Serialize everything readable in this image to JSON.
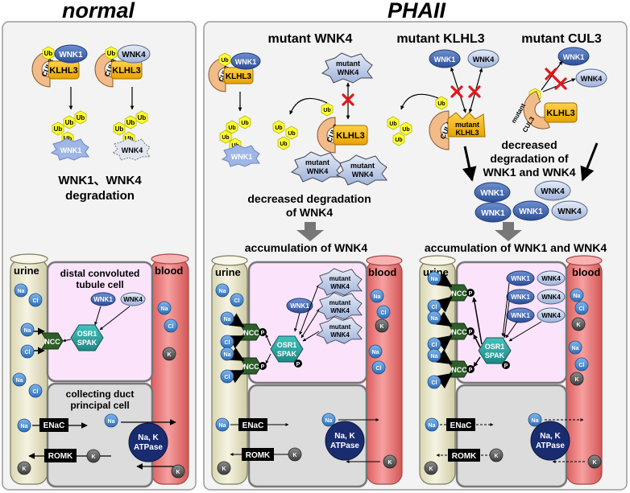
{
  "titles": {
    "normal": "normal",
    "phaii": "PHAII"
  },
  "columns": {
    "wnk4": "mutant WNK4",
    "klhl3": "mutant KLHL3",
    "cul3": "mutant CUL3"
  },
  "proteins": {
    "wnk1": "WNK1",
    "wnk4": "WNK4",
    "klhl3": "KLHL3",
    "cul3": "CUL3",
    "ub": "Ub",
    "mutant": "mutant",
    "mutant_wnk4_1": "mutant",
    "mutant_wnk4_2": "WNK4",
    "mutant_cul3": "CUL3",
    "mutant_klhl3": "KLHL3"
  },
  "labels": {
    "normal_degradation_1": "WNK1、WNK4",
    "normal_degradation_2": "degradation",
    "dec_wnk4_1": "decreased degradation",
    "dec_wnk4_2": "of WNK4",
    "dec_both_1": "decreased",
    "dec_both_2": "degradation of",
    "dec_both_3": "WNK1 and WNK4",
    "accum_wnk4": "accumulation of WNK4",
    "accum_both": "accumulation of WNK1 and WNK4"
  },
  "kidney": {
    "urine": "urine",
    "blood": "blood",
    "dct_1": "distal convoluted",
    "dct_2": "tubule cell",
    "cd_1": "collecting duct",
    "cd_2": "principal cell",
    "ncc": "NCC",
    "osr1": "OSR1",
    "spak": "SPAK",
    "p": "P",
    "enac": "ENaC",
    "romk": "ROMK",
    "atpase_1": "Na, K",
    "atpase_2": "ATPase",
    "na": "Na",
    "cl": "Cl",
    "k": "K"
  },
  "colors": {
    "wnk1": "#3a62ad",
    "wnk4": "#b8c6e2",
    "klhl3": "#f4b400",
    "cul3": "#f2bc8a",
    "ub": "#ffff33",
    "urine": "#efedd3",
    "blood": "#ef8585",
    "dct": "#fbe4fb",
    "cd": "#dcdcdc",
    "ncc": "#2e5e2a",
    "spak": "#2aa7a2",
    "atpase": "#1a2c70",
    "na_cl": "#4a90d6",
    "k": "#555555",
    "inhibit": "#e0181c"
  }
}
